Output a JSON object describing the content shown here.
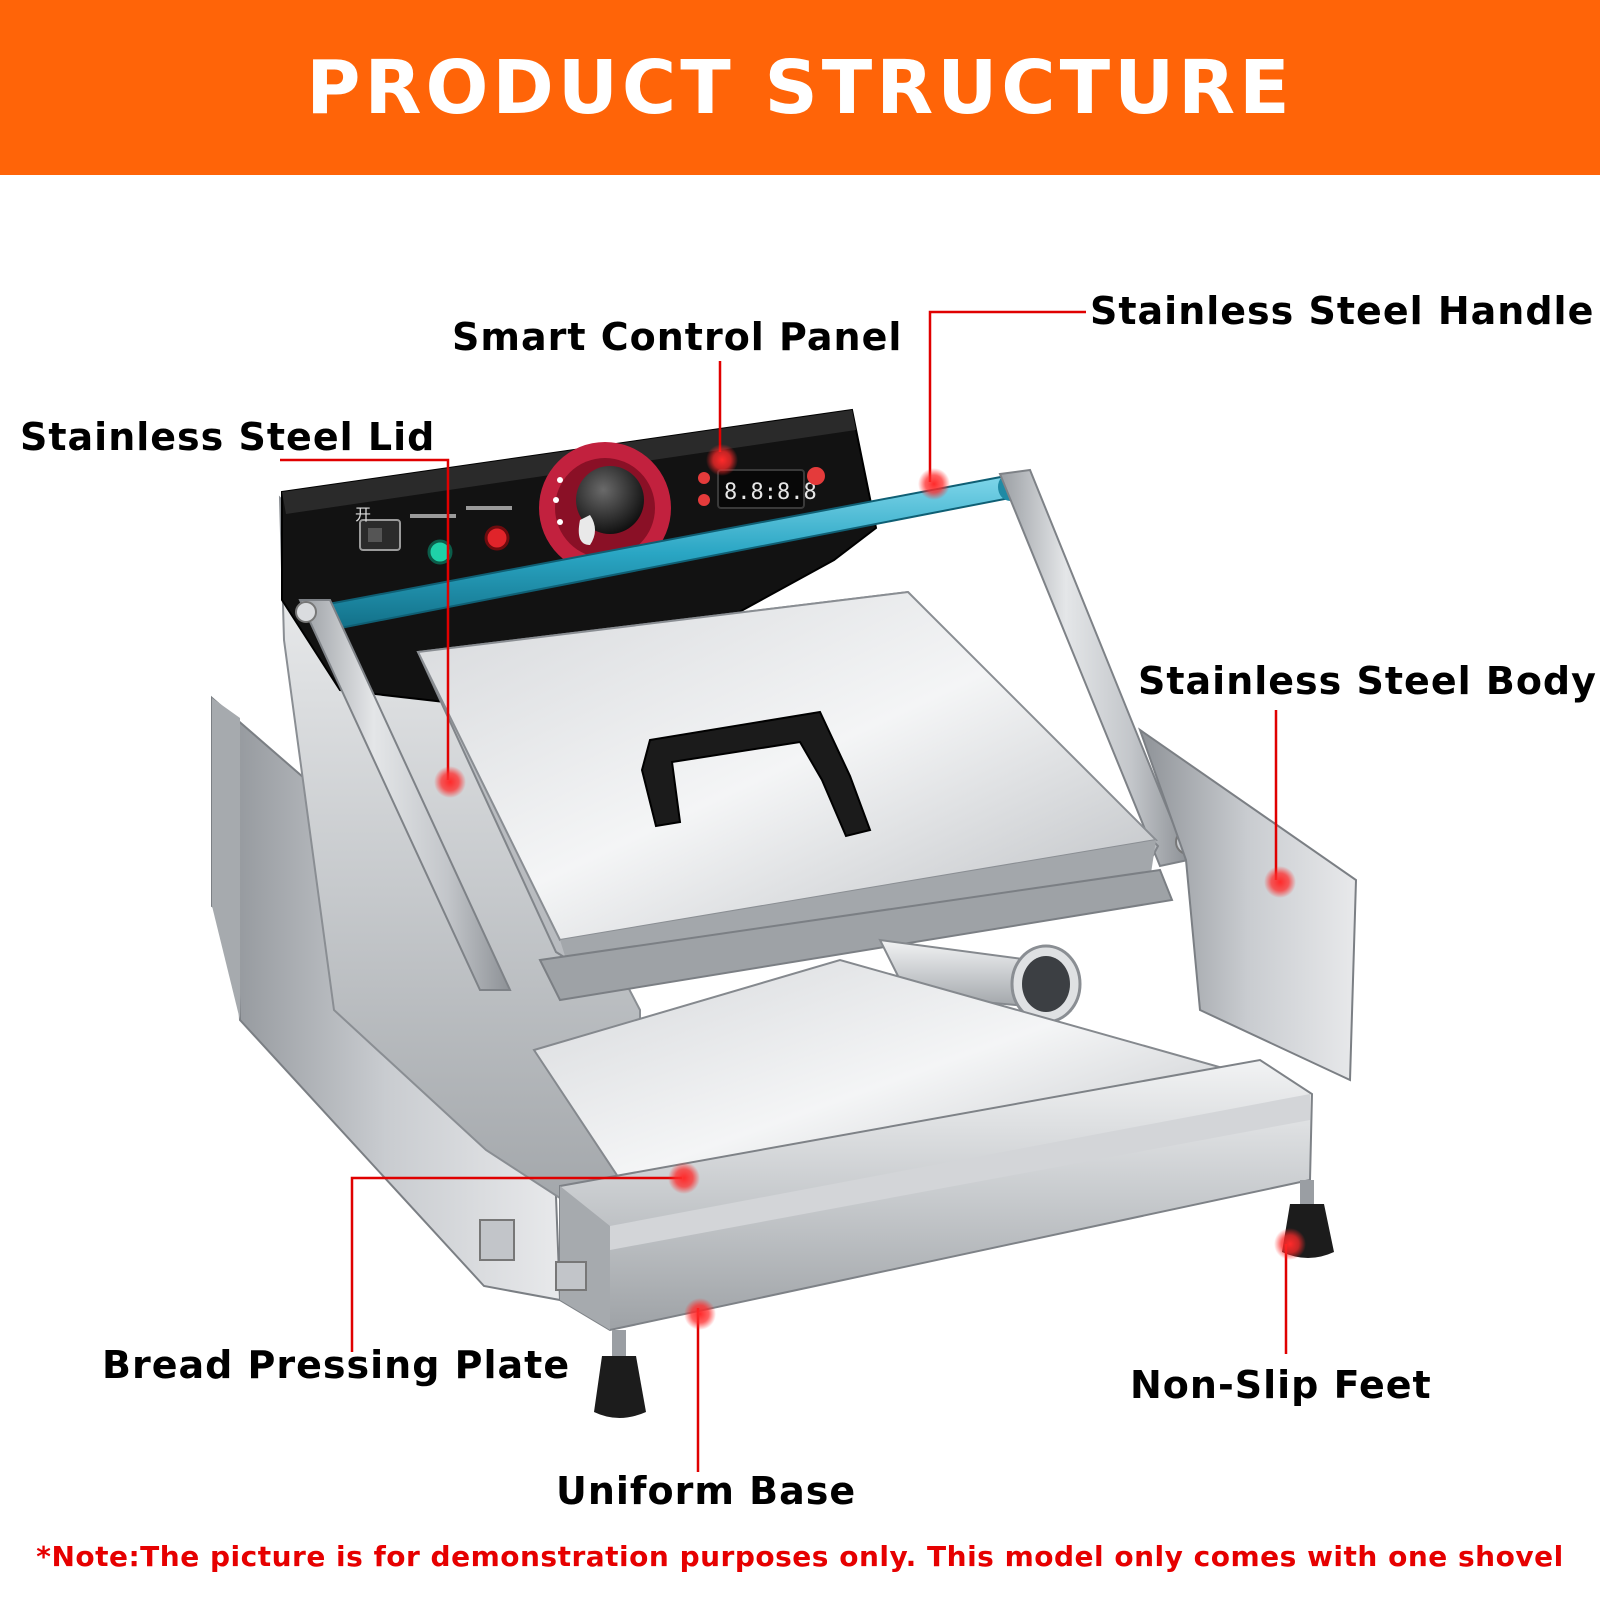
{
  "header": {
    "title": "PRODUCT STRUCTURE"
  },
  "colors": {
    "banner": "#ff6408",
    "leader": "#e00000",
    "dot": "#ff2a2a",
    "note": "#e60000",
    "handle": "#2aa6c4"
  },
  "labels": {
    "control_panel": "Smart Control Panel",
    "handle": "Stainless Steel Handle",
    "lid": "Stainless Steel Lid",
    "body": "Stainless Steel Body",
    "pressing_plate": "Bread Pressing Plate",
    "feet": "Non-Slip Feet",
    "base": "Uniform Base"
  },
  "panel": {
    "display": "8.8:8.8",
    "switch_char": "开"
  },
  "footer": {
    "note": "*Note:The picture is for demonstration purposes only. This model only comes with one shovel"
  }
}
